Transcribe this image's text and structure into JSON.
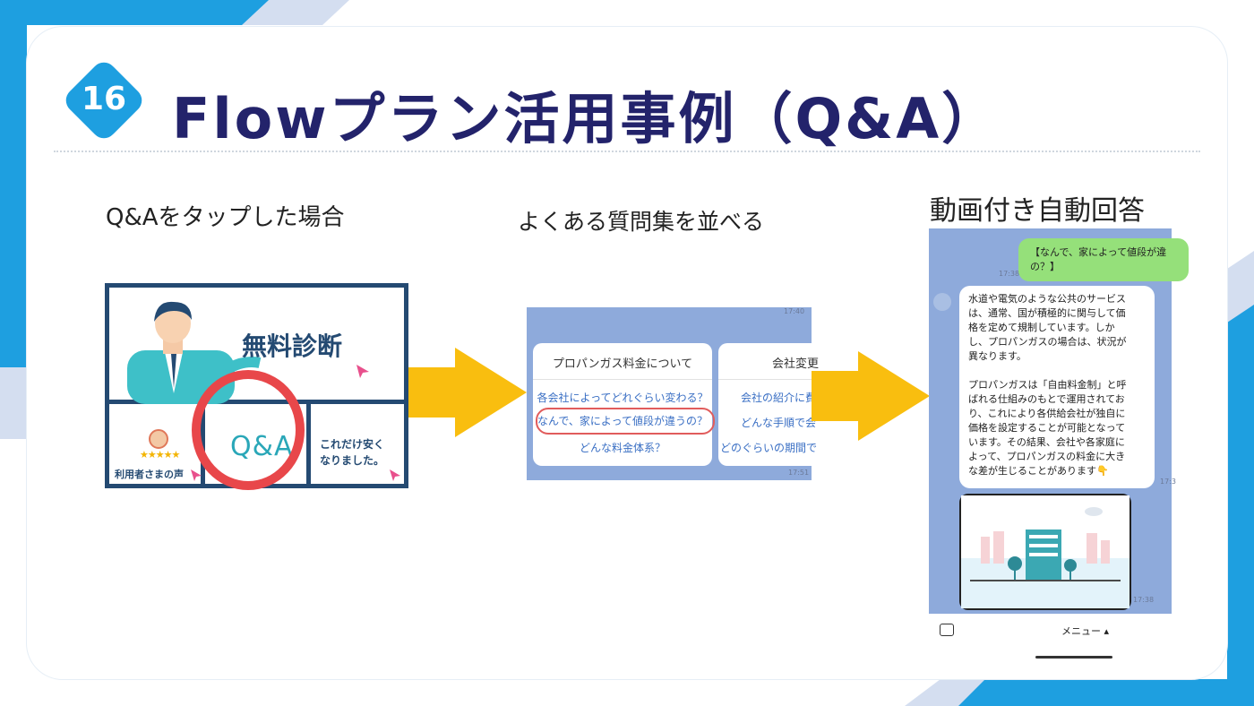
{
  "slide": {
    "number": "16",
    "title": "Flowプラン活用事例（Q&A）"
  },
  "steps": [
    {
      "caption": "Q&Aをタップした場合"
    },
    {
      "caption": "よくある質問集を並べる"
    },
    {
      "caption": "動画付き自動回答"
    }
  ],
  "menu_panel": {
    "title": "無料診断",
    "left_label": "利用者さまの声",
    "stars": "★★★★★",
    "center_label": "Q&A",
    "right_line1": "これだけ安く",
    "right_line2": "なりました。"
  },
  "faq_panel": {
    "time_top": "17:40",
    "time_bottom": "17:51",
    "card1_head": "プロパンガス料金について",
    "card1_items": [
      "各会社によってどれぐらい変わる？",
      "なんで、家によって値段が違うの？",
      "どんな料金体系？"
    ],
    "card2_head": "会社変更",
    "card2_items": [
      "会社の紹介に費",
      "どんな手順で会",
      "どのぐらいの期間で"
    ]
  },
  "chat_panel": {
    "user_msg_line1": "【なんで、家によって値段が違",
    "user_msg_line2": "の？】",
    "time_user": "17:38",
    "reply_lines": [
      "水道や電気のような公共のサービス",
      "は、通常、国が積極的に関与して価",
      "格を定めて規制しています。しか",
      "し、プロパンガスの場合は、状況が",
      "異なります。",
      "",
      "プロパンガスは「自由料金制」と呼",
      "ばれる仕組みのもとで運用されてお",
      "り、これにより各供給会社が独自に",
      "価格を設定することが可能となって",
      "います。その結果、会社や各家庭に",
      "よって、プロパンガスの料金に大き",
      "な差が生じることがあります👇"
    ],
    "time_reply": "17:3",
    "time_video": "17:38",
    "menu_label": "メニュー ▴"
  },
  "colors": {
    "title": "#23236b",
    "accent_blue": "#1e9fe0",
    "arrow": "#f9be0f",
    "highlight_red": "#e8474a",
    "chat_bg": "#8eaadb"
  }
}
